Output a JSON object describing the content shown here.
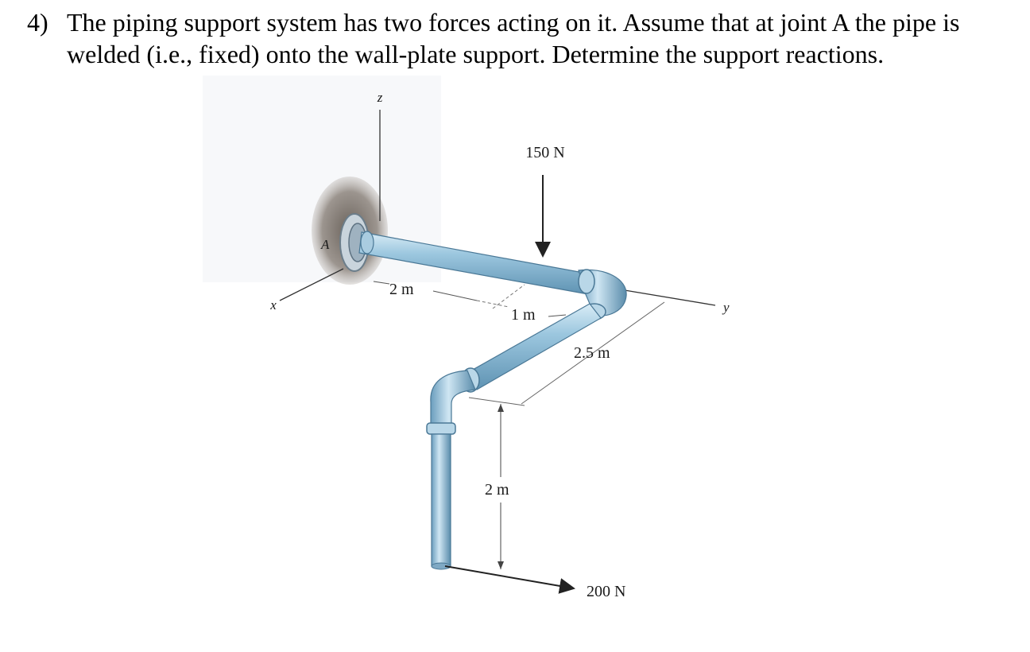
{
  "problem": {
    "number": "4)",
    "line1": "The piping support system has two forces acting on it. Assume that at joint A the pipe is",
    "line2": "welded (i.e., fixed) onto the wall-plate support. Determine the support reactions."
  },
  "figure": {
    "axes": {
      "x": "x",
      "y": "y",
      "z": "z"
    },
    "joint_label": "A",
    "force_top": "150 N",
    "force_bottom": "200 N",
    "dim_ax": "2 m",
    "dim_mid": "1 m",
    "dim_diag": "2.5 m",
    "dim_vert": "2 m"
  }
}
